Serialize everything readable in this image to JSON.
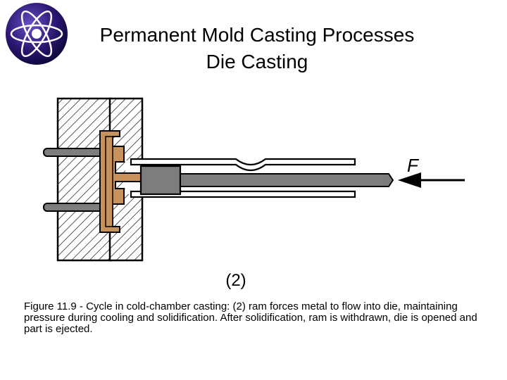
{
  "header": {
    "logo_icon": "atom-icon",
    "title_line1": "Permanent Mold Casting Processes",
    "title_line2": "Die Casting"
  },
  "diagram": {
    "force_label": "F",
    "step_label": "(2)",
    "colors": {
      "molten_metal": "#c8925c",
      "ram": "#7d7d7d",
      "die_background": "#ffffff",
      "outline": "#000000"
    }
  },
  "caption": {
    "text": "Figure 11.9 ‑ Cycle in cold-chamber casting: (2) ram forces metal to flow into die, maintaining pressure during cooling and solidification. After solidification, ram is withdrawn, die is opened and part is ejected."
  }
}
